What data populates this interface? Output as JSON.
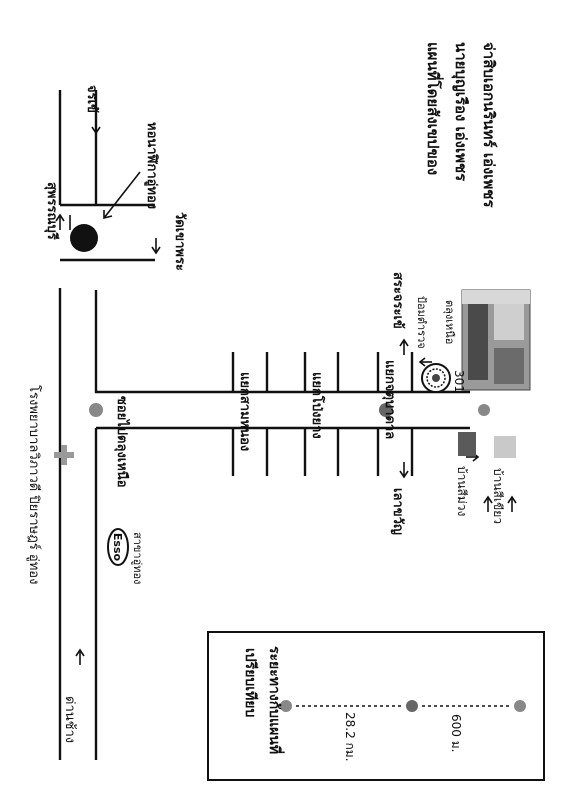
{
  "map": {
    "credit": {
      "line1": "แผนที่โดยสังเขปของ",
      "line2": "นายบุญเรือง  เอ่งเพชร",
      "line3": "จ่าสิบเอกนรินทร์  เอ่งเพชร"
    },
    "places": {
      "hospital": "โรงพยาบาลวิภาวดี  ปิยราษฎร์  อู่ทอง",
      "gas_station_logo": "Esso",
      "gas_station_label": "สาขาอู่ทอง",
      "soi": "ซอยไปตลุงเหนือ",
      "tower": "หอนาฬิกาอู่ทอง",
      "temple": "วัดเขาพระ",
      "police_label": "ป้อมตำรวจ",
      "police_sub": "ตลุงเหนือ",
      "house_1": "บ้านสีม่วง",
      "house_2": "บ้านสีเขียว",
      "house_number": "301"
    },
    "directions": {
      "dan_chang": "ด่านช้าง",
      "suphanburi": "สุพรรณบุรี",
      "chorakhe": "จรเข้",
      "lao_khwan": "เลาขวัญ",
      "sa_krachom": "สระจระเข้"
    },
    "intersections": {
      "first": "แยกสามหนอง",
      "second": "แยกโป่งยาง",
      "third": "แยกจตุบาดาล"
    },
    "legend": {
      "title": "เปรียบเทียบ",
      "subtitle": "ระยะทางกับแผนที่",
      "dist_1": "28.2 กม.",
      "dist_2": "600 ม."
    }
  }
}
